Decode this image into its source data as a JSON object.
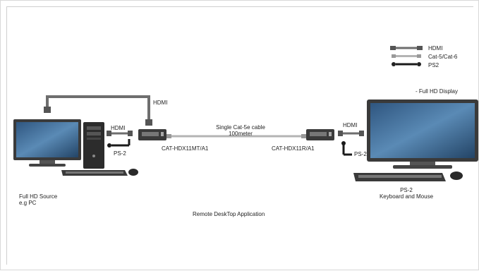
{
  "legend": {
    "hdmi": "HDMI",
    "cat": "Cat-5/Cat-6",
    "ps2": "PS2"
  },
  "labels": {
    "full_hd_display": "- Full HD Display",
    "hdmi_top": "HDMI",
    "hdmi_left": "HDMI",
    "ps2_left": "PS-2",
    "cable_line1": "Single Cat-5e cable",
    "cable_line2": "100meter",
    "transmitter": "CAT-HDX11MT/A1",
    "receiver": "CAT-HDX11R/A1",
    "hdmi_right": "HDMI",
    "ps2_right": "PS-2",
    "source_line1": "Full HD Source",
    "source_line2": "e.g PC",
    "keyboard_line1": "PS-2",
    "keyboard_line2": "Keyboard and Mouse",
    "caption": "Remote DeskTop Application"
  },
  "colors": {
    "hdmi_cable": "#6e6e6e",
    "cat_cable": "#b4b4b4",
    "ps2_cable": "#1a1a1a",
    "screen_blue": "#3f6f9e"
  }
}
